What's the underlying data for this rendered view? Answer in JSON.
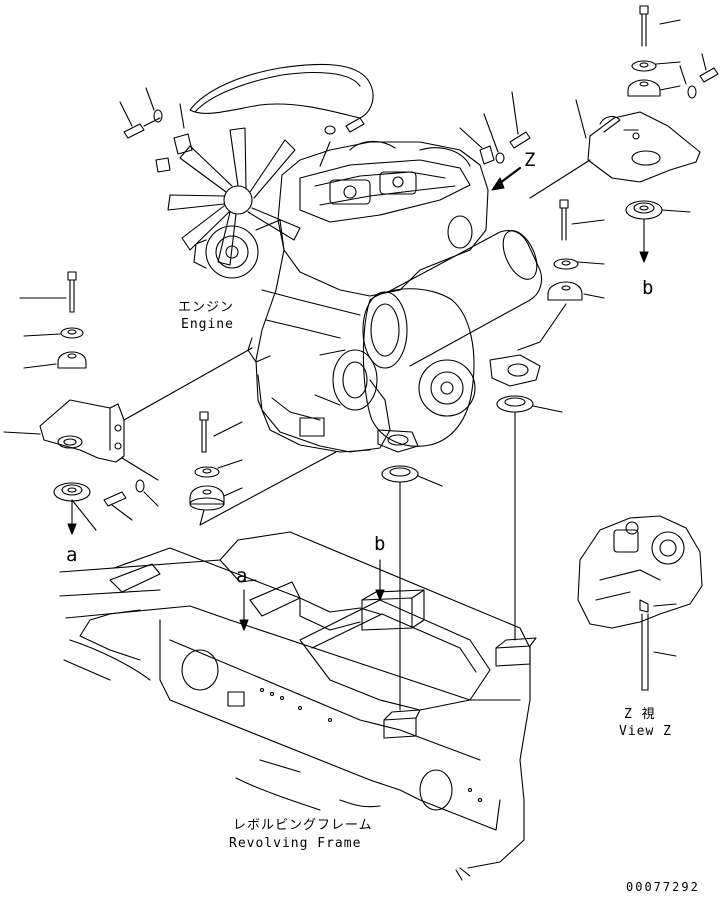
{
  "labels": {
    "engine_ja": "エンジン",
    "engine_en": "Engine",
    "frame_ja": "レボルビングフレーム",
    "frame_en": "Revolving Frame",
    "viewz_ja": "Z 視",
    "viewz_en": "View Z",
    "callout_z": "Z",
    "callout_a_left": "a",
    "callout_a_frame": "a",
    "callout_b_right": "b",
    "callout_b_frame": "b",
    "drawing_number": "00077292"
  },
  "colors": {
    "line": "#000000",
    "background": "#ffffff"
  }
}
